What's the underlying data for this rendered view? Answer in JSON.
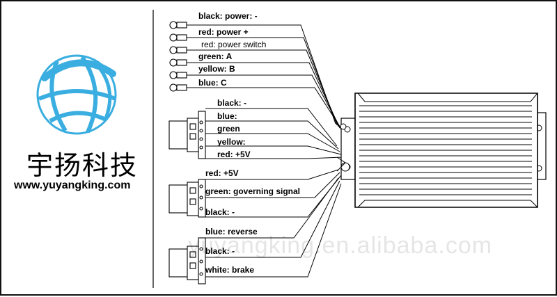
{
  "brand": {
    "name_cn": "宇扬科技",
    "url": "www.yuyangking.com",
    "watermark": "yuyangking.en.alibaba.com"
  },
  "power_group": [
    {
      "id": "black-power",
      "text": "black: power: -"
    },
    {
      "id": "red-power",
      "text": "red: power +"
    },
    {
      "id": "red-power-switch",
      "text": "red: power switch"
    },
    {
      "id": "green-a",
      "text": "green:  A"
    },
    {
      "id": "yellow-b",
      "text": "yellow: B"
    },
    {
      "id": "blue-c",
      "text": "blue:     C"
    }
  ],
  "hall_group": [
    {
      "id": "hall-black",
      "text": "black: -"
    },
    {
      "id": "hall-blue",
      "text": "blue:"
    },
    {
      "id": "hall-green",
      "text": "green"
    },
    {
      "id": "hall-yellow",
      "text": "yellow:"
    },
    {
      "id": "hall-red",
      "text": "red: +5V"
    }
  ],
  "throttle_group": [
    {
      "id": "throttle-red",
      "text": "red: +5V"
    },
    {
      "id": "throttle-green",
      "text": "green: governing signal"
    },
    {
      "id": "throttle-black",
      "text": "black: -"
    }
  ],
  "brake_group": [
    {
      "id": "brake-blue",
      "text": "blue: reverse"
    },
    {
      "id": "brake-black",
      "text": "black: -"
    },
    {
      "id": "brake-white",
      "text": "white: brake"
    }
  ],
  "colors": {
    "logo_blue": "#3aaee0",
    "ink": "#000000"
  },
  "icons": [
    "globe-logo-icon",
    "ring-terminal-icon",
    "connector-plug-icon",
    "controller-box-icon"
  ]
}
